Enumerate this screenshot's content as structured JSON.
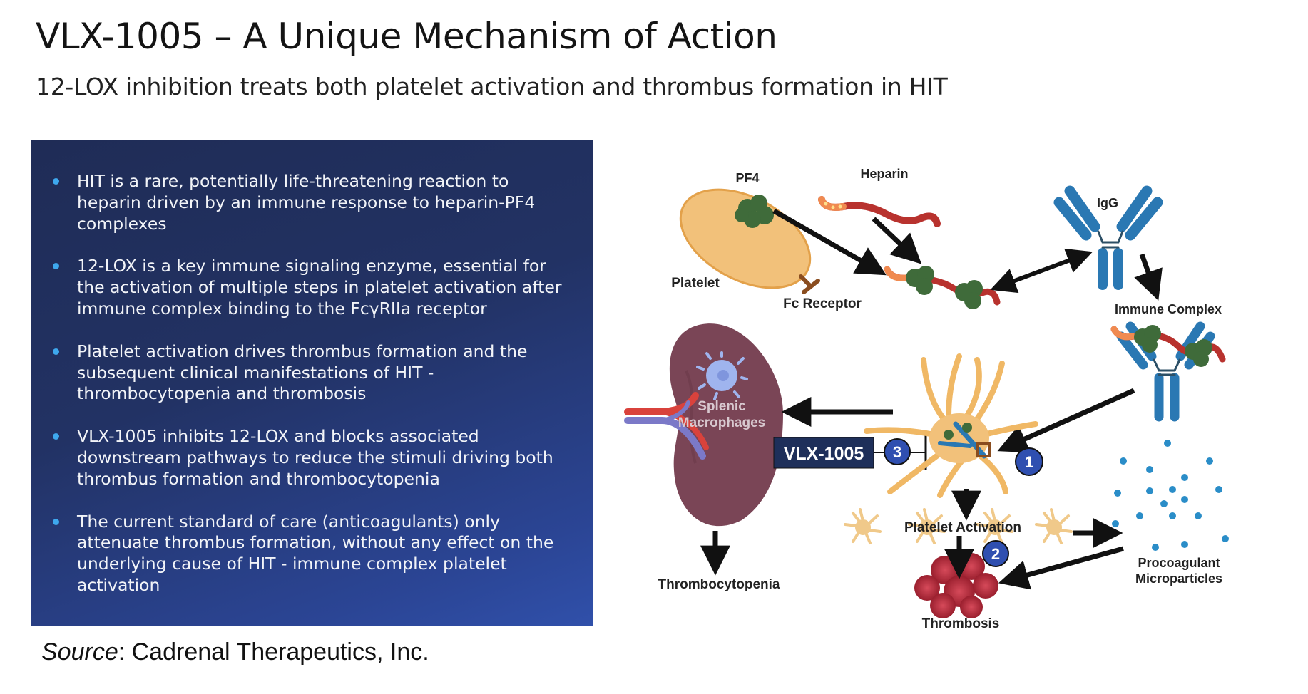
{
  "header": {
    "title": "VLX-1005 – A Unique Mechanism of Action",
    "subtitle": "12-LOX inhibition treats both platelet activation and thrombus formation in HIT"
  },
  "panel": {
    "bullets": [
      "HIT is a rare, potentially life-threatening reaction to heparin driven by an immune response to heparin-PF4 complexes",
      "12-LOX is a key immune signaling enzyme, essential for the activation of multiple steps in platelet activation after immune complex binding to the  FcγRIIa receptor",
      "Platelet activation drives thrombus formation and the subsequent clinical manifestations of HIT - thrombocytopenia and thrombosis",
      "VLX-1005 inhibits 12-LOX and blocks associated downstream pathways to reduce the stimuli driving both thrombus formation and thrombocytopenia",
      "The current standard of care (anticoagulants) only attenuate thrombus formation, without any effect on the underlying cause of HIT - immune complex platelet activation"
    ]
  },
  "source": {
    "label": "Source",
    "text": ": Cadrenal Therapeutics, Inc."
  },
  "diagram": {
    "labels": {
      "pf4": "PF4",
      "heparin": "Heparin",
      "igg": "IgG",
      "platelet": "Platelet",
      "fc_receptor": "Fc Receptor",
      "immune_complex": "Immune Complex",
      "splenic_1": "Splenic",
      "splenic_2": "Macrophages",
      "thrombocytopenia": "Thrombocytopenia",
      "platelet_activation": "Platelet Activation",
      "thrombosis": "Thrombosis",
      "procoagulant_1": "Procoagulant",
      "procoagulant_2": "Microparticles",
      "drug": "VLX-1005"
    },
    "steps": [
      "1",
      "2",
      "3"
    ],
    "colors": {
      "panel_dark": "#1f2c56",
      "panel_light": "#3050aa",
      "bullet": "#3ea8ee",
      "antibody": "#2a78b3",
      "pf4": "#3f6b3a",
      "heparin": "#b8322e",
      "platelet": "#f0b865",
      "spleen": "#7a4556",
      "step_circle": "#2f4fb0",
      "drug_box": "#1e2f5a",
      "microparticle": "#2a8dc8"
    }
  }
}
